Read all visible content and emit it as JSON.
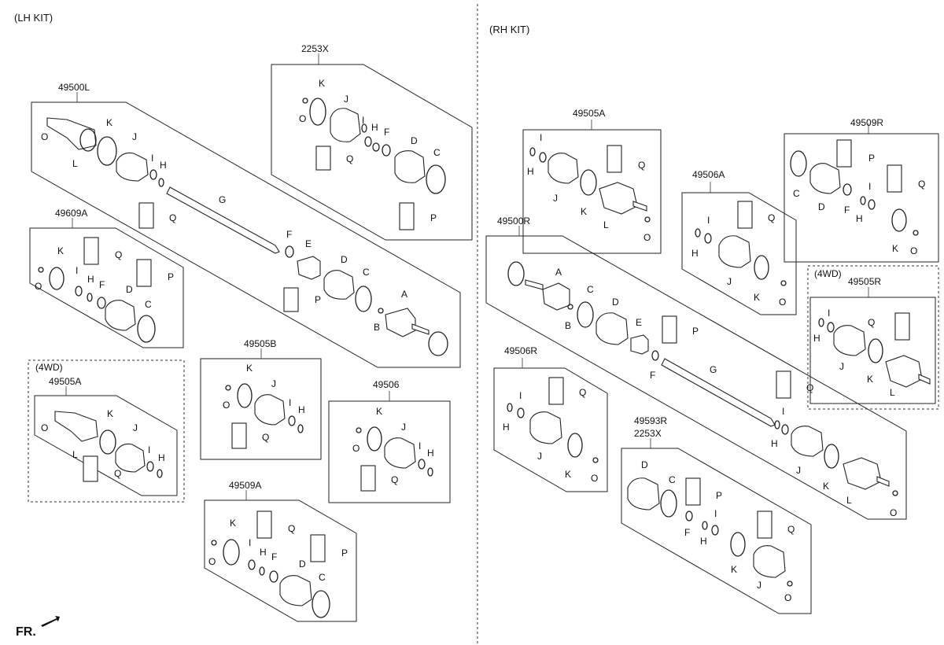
{
  "kits": {
    "lh": "(LH KIT)",
    "rh": "(RH KIT)"
  },
  "fr_label": "FR.",
  "group_labels": {
    "g_2253x_lh": "2253X",
    "g_49500l": "49500L",
    "g_49609a": "49609A",
    "g_4wd_lh": "(4WD)",
    "g_49505a_lh": "49505A",
    "g_49505b": "49505B",
    "g_49506": "49506",
    "g_49509a": "49509A",
    "g_49505a_rh": "49505A",
    "g_49509r": "49509R",
    "g_49506a": "49506A",
    "g_49500r": "49500R",
    "g_4wd_rh": "(4WD)",
    "g_49505r": "49505R",
    "g_49506r": "49506R",
    "g_49593r": "49593R",
    "g_2253x_rh": "2253X"
  },
  "parts": {
    "A": "A",
    "B": "B",
    "C": "C",
    "D": "D",
    "E": "E",
    "F": "F",
    "G": "G",
    "H": "H",
    "I": "I",
    "J": "J",
    "K": "K",
    "L": "L",
    "O": "O",
    "P": "P",
    "Q": "Q"
  }
}
